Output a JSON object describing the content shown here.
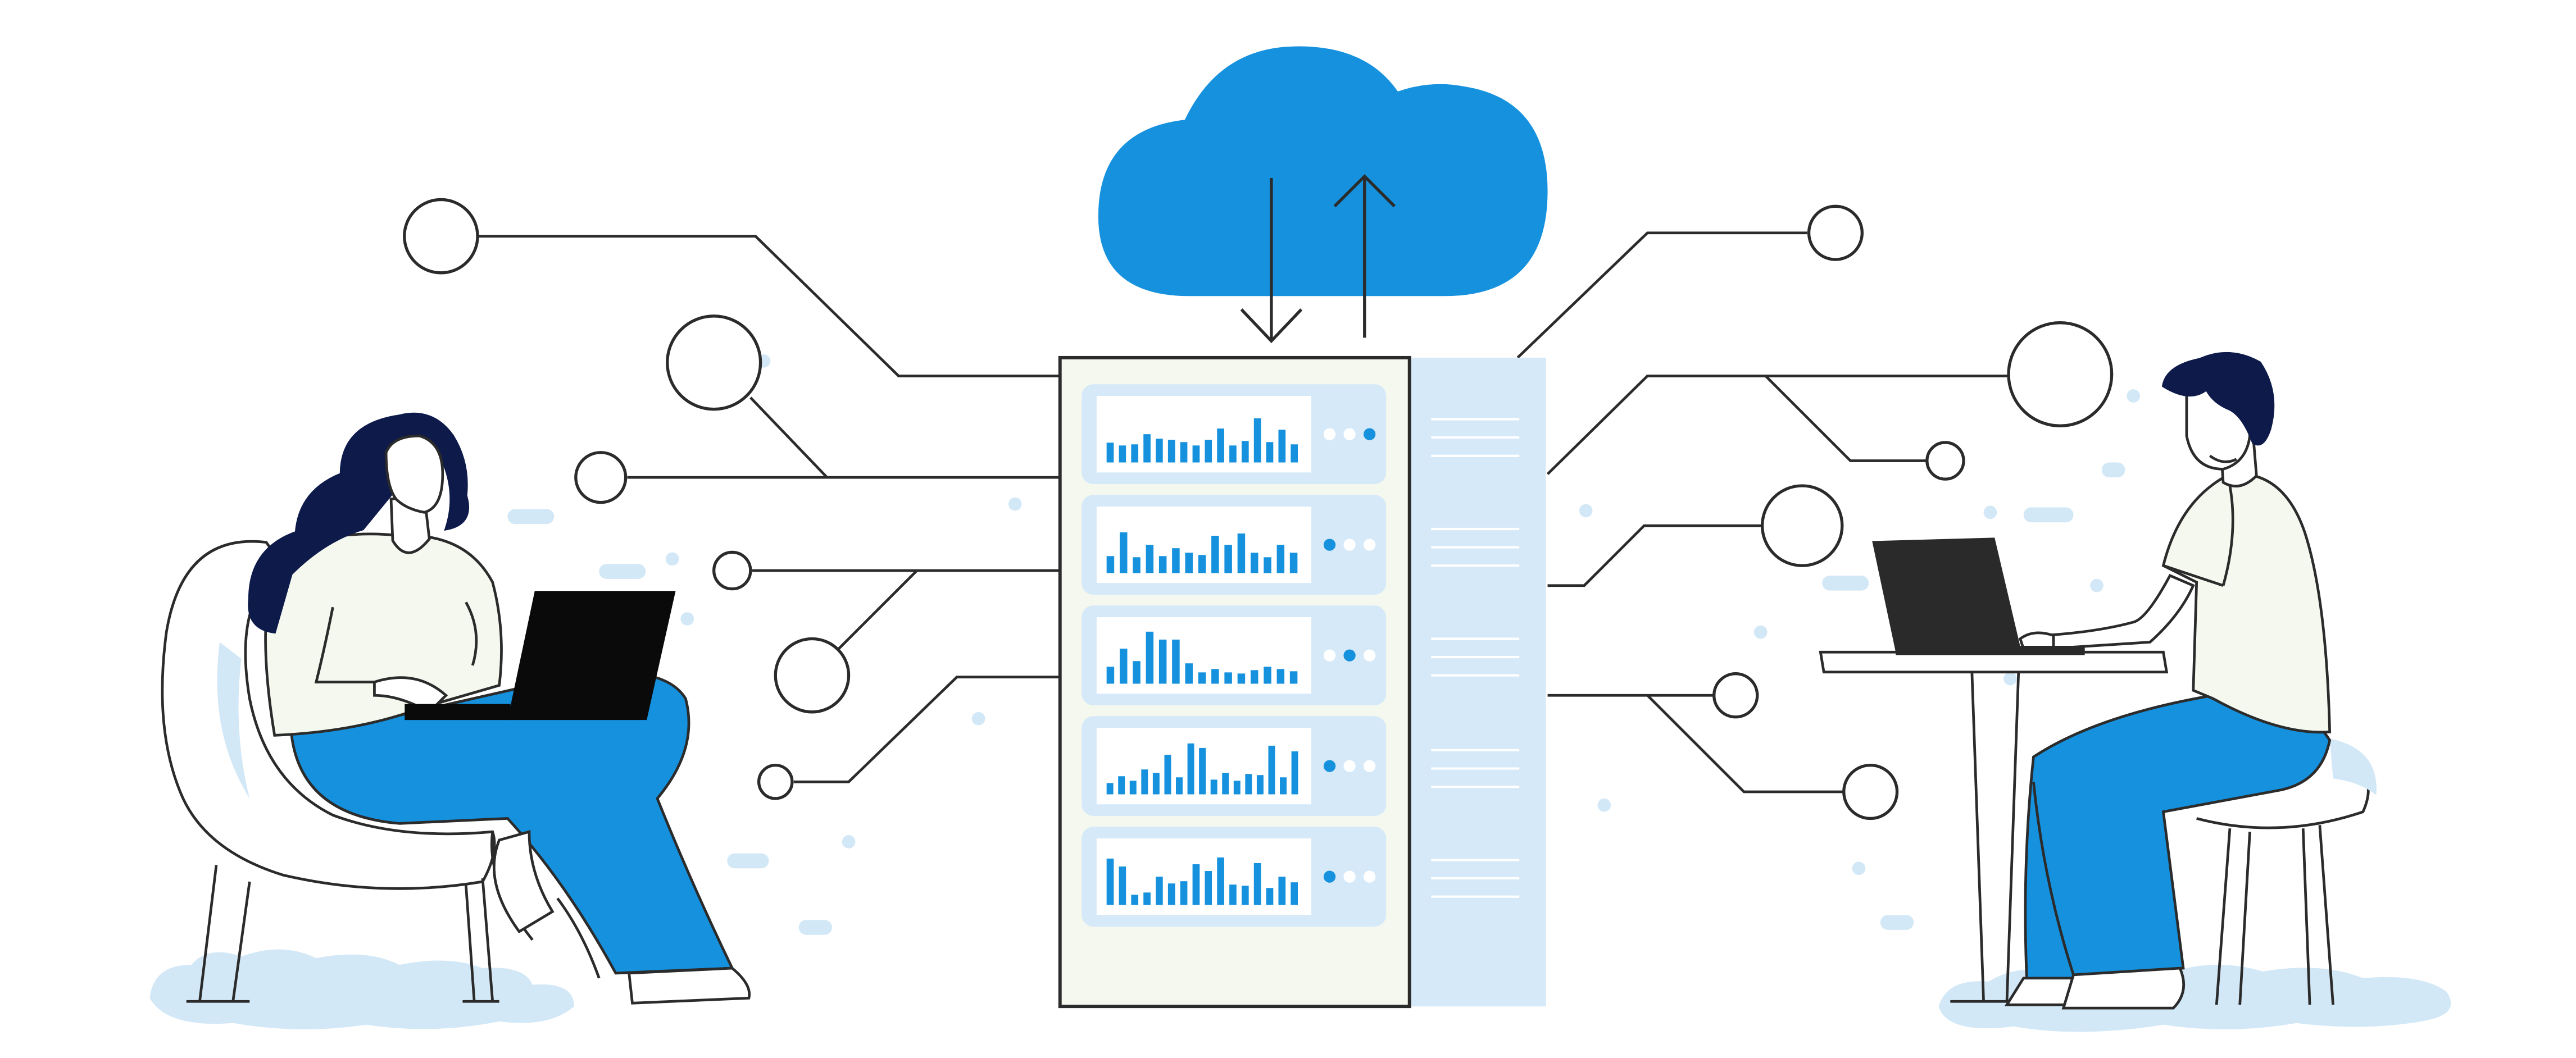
{
  "colors": {
    "background": "#ffffff",
    "primary_blue": "#1591de",
    "light_blue": "#d3e8f7",
    "panel_blue": "#d5e9f8",
    "outline": "#2b2b2b",
    "hair_navy": "#0d1a4a",
    "skin": "#ffffff",
    "shirt": "#f4f8ee",
    "laptop_black": "#0a0a0a",
    "laptop_dark": "#2a2a2a"
  },
  "illustration": {
    "cloud_icon": "cloud-icon",
    "server_icon": "server-rack-icon",
    "upload_arrow": "arrow-up-icon",
    "download_arrow": "arrow-down-icon",
    "left_person": "woman-with-laptop",
    "right_person": "man-with-laptop"
  },
  "server": {
    "panels": [
      {
        "bars": [
          0.35,
          0.3,
          0.32,
          0.5,
          0.42,
          0.4,
          0.36,
          0.3,
          0.4,
          0.6,
          0.3,
          0.38,
          0.78,
          0.36,
          0.58,
          0.32
        ],
        "active_dot": 2
      },
      {
        "bars": [
          0.3,
          0.72,
          0.28,
          0.5,
          0.3,
          0.44,
          0.36,
          0.32,
          0.66,
          0.5,
          0.7,
          0.36,
          0.28,
          0.5,
          0.36
        ],
        "active_dot": 0
      },
      {
        "bars": [
          0.3,
          0.62,
          0.4,
          0.92,
          0.78,
          0.78,
          0.36,
          0.2,
          0.26,
          0.2,
          0.18,
          0.24,
          0.3,
          0.26,
          0.22
        ],
        "active_dot": 1
      },
      {
        "bars": [
          0.2,
          0.32,
          0.24,
          0.44,
          0.38,
          0.7,
          0.3,
          0.9,
          0.82,
          0.26,
          0.38,
          0.24,
          0.36,
          0.34,
          0.86,
          0.3,
          0.76
        ],
        "active_dot": 0
      },
      {
        "bars": [
          0.82,
          0.68,
          0.18,
          0.22,
          0.5,
          0.38,
          0.42,
          0.72,
          0.6,
          0.84,
          0.36,
          0.34,
          0.74,
          0.3,
          0.5,
          0.4
        ],
        "active_dot": 0
      }
    ]
  }
}
